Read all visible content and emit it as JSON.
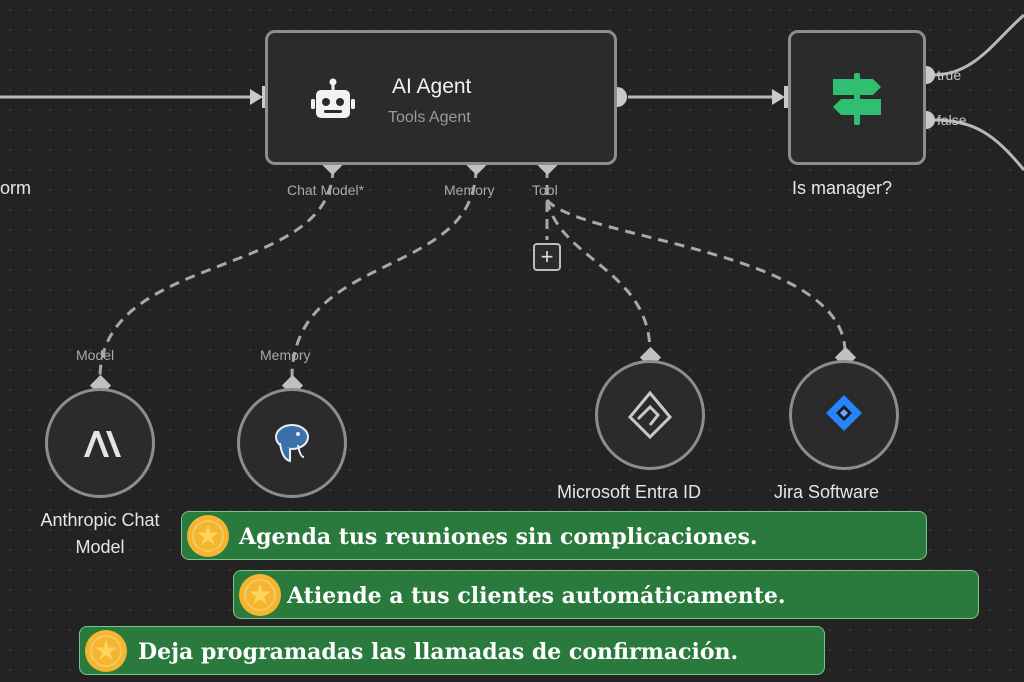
{
  "agent_node": {
    "title": "AI Agent",
    "subtitle": "Tools Agent",
    "icon": "robot-icon"
  },
  "prev_node": {
    "label_fragment": "orm"
  },
  "agent_ports": {
    "chat_model": "Chat Model*",
    "memory": "Memory",
    "tool": "Tool"
  },
  "switch_node": {
    "label": "Is manager?",
    "icon": "signpost-icon",
    "out_true": "true",
    "out_false": "false"
  },
  "sub_nodes": [
    {
      "port": "Model",
      "name_line1": "Anthropic Chat",
      "name_line2": "Model",
      "icon": "anthropic-icon"
    },
    {
      "port": "Memory",
      "name_line1": "",
      "name_line2": "",
      "icon": "postgres-icon"
    },
    {
      "port": "",
      "name_line1": "Microsoft Entra ID",
      "name_line2": "",
      "icon": "entra-id-icon"
    },
    {
      "port": "",
      "name_line1": "Jira Software",
      "name_line2": "",
      "icon": "jira-icon"
    }
  ],
  "add_tool": {
    "label": "+"
  },
  "banners": [
    {
      "text": "Agenda tus reuniones sin complicaciones.",
      "icon": "star-icon"
    },
    {
      "text": "Atiende a tus clientes automáticamente.",
      "icon": "star-icon"
    },
    {
      "text": "Deja programadas las llamadas de confirmación.",
      "icon": "star-icon"
    }
  ],
  "colors": {
    "canvas": "#232324",
    "banner": "#2a7a3e",
    "star": "#f5b52e",
    "switch_icon": "#2fbf71",
    "jira": "#2684ff"
  }
}
